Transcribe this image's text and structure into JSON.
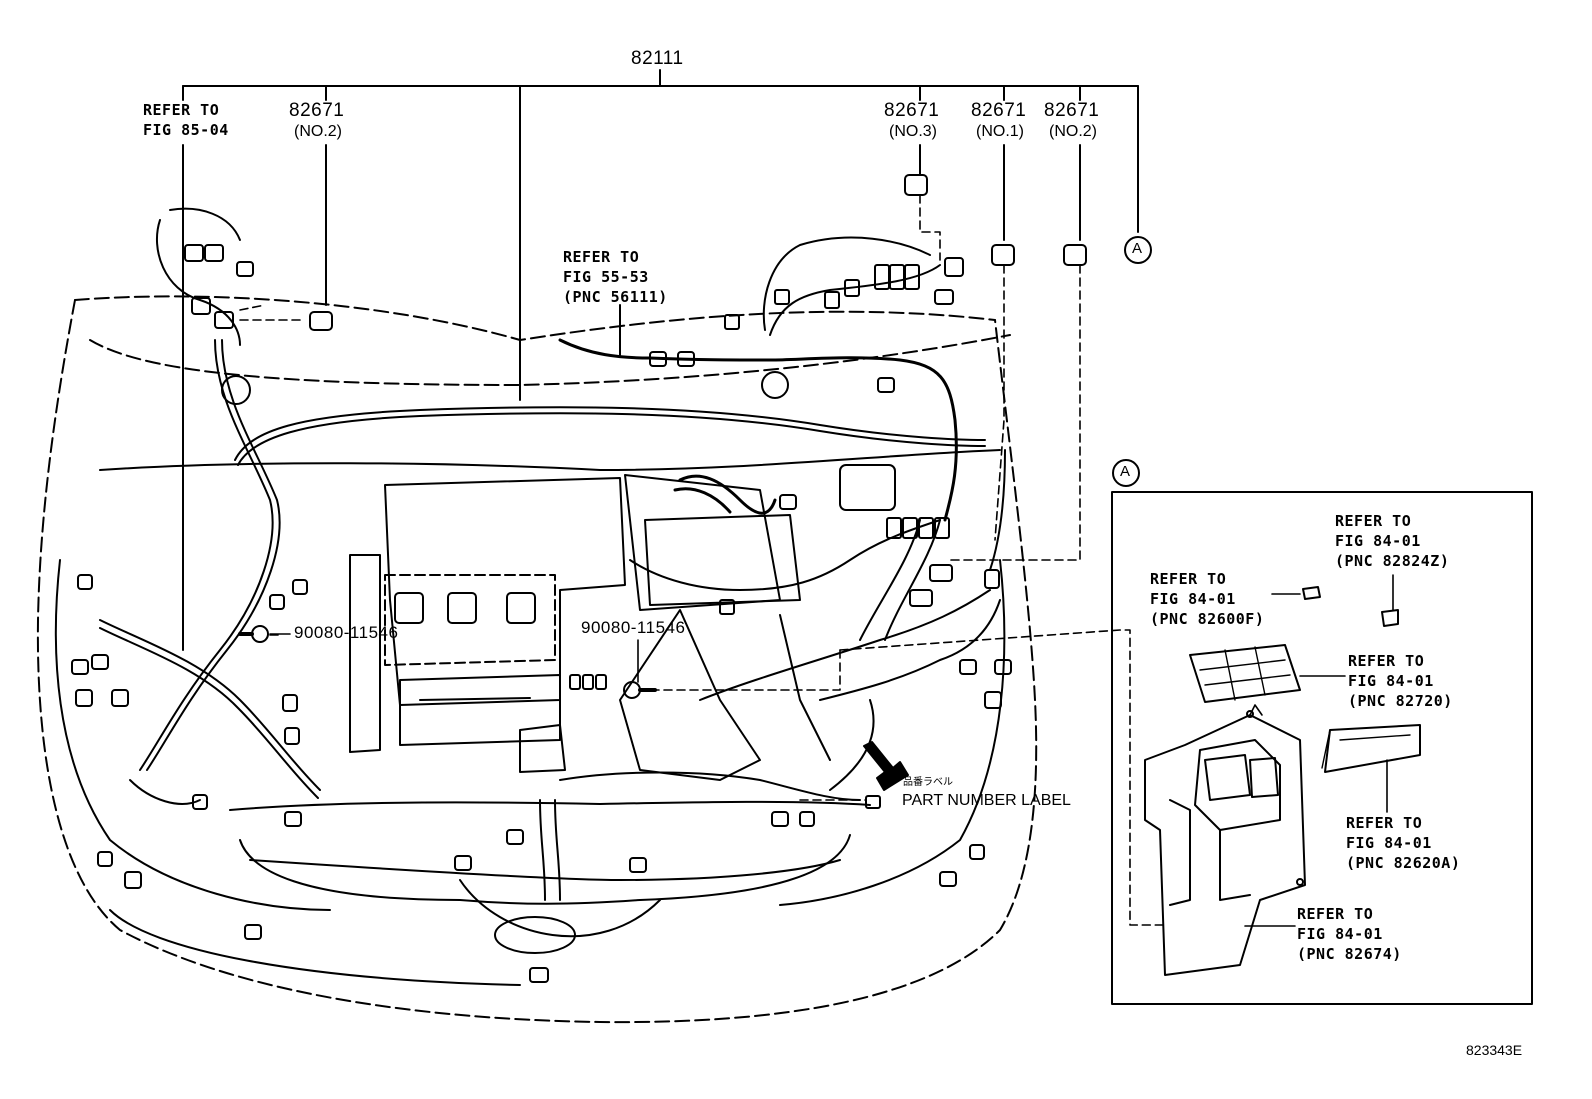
{
  "parts": {
    "main_harness": "82111",
    "bracket_left": "82671",
    "bracket_left_sub": "(NO.2)",
    "bracket_r1": "82671",
    "bracket_r1_sub": "(NO.3)",
    "bracket_r2": "82671",
    "bracket_r2_sub": "(NO.1)",
    "bracket_r3": "82671",
    "bracket_r3_sub": "(NO.2)",
    "clamp_left": "90080-11546",
    "clamp_center": "90080-11546"
  },
  "refs": {
    "fig85_l1": "REFER TO",
    "fig85_l2": "FIG 85-04",
    "fig55_l1": "REFER TO",
    "fig55_l2": "FIG 55-53",
    "fig55_l3": "(PNC 56111)",
    "r82824_l1": "REFER TO",
    "r82824_l2": "FIG 84-01",
    "r82824_l3": "(PNC 82824Z)",
    "r82600_l1": "REFER TO",
    "r82600_l2": "FIG 84-01",
    "r82600_l3": "(PNC 82600F)",
    "r82720_l1": "REFER TO",
    "r82720_l2": "FIG 84-01",
    "r82720_l3": "(PNC 82720)",
    "r82620_l1": "REFER TO",
    "r82620_l2": "FIG 84-01",
    "r82620_l3": "(PNC 82620A)",
    "r82674_l1": "REFER TO",
    "r82674_l2": "FIG 84-01",
    "r82674_l3": "(PNC 82674)"
  },
  "markers": {
    "callout_a": "A",
    "detail_a": "A"
  },
  "labels": {
    "part_number_jp": "品番ラベル",
    "part_number": "PART NUMBER LABEL",
    "figure_ref": "823343E"
  }
}
